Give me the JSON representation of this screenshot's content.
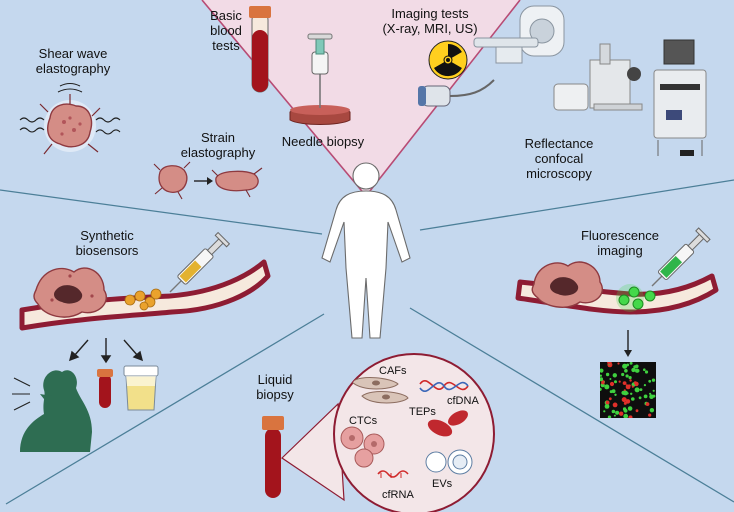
{
  "colors": {
    "background": "#c5d8ee",
    "top_sector": "#f2dbe6",
    "divider": "#4c7f98",
    "top_sector_border": "#b84b74",
    "vessel_wall": "#8e1c33",
    "vessel_lumen": "#f6e9dd",
    "blood": "#a3141c",
    "tumor": "#d48d86",
    "fluorescent_dye": "#45d84a",
    "nanoparticle": "#eaa22c"
  },
  "labels": {
    "shear_wave": "Shear wave\nelastography",
    "strain": "Strain\nelastography",
    "basic_blood": "Basic\nblood\ntests",
    "needle_biopsy": "Needle biopsy",
    "imaging": "Imaging tests\n(X-ray, MRI, US)",
    "reflectance": "Reflectance\nconfocal\nmicroscopy",
    "synthetic": "Synthetic\nbiosensors",
    "fluorescence": "Fluorescence\nimaging",
    "liquid_biopsy": "Liquid\nbiopsy"
  },
  "liquid_biopsy_components": {
    "cafs": "CAFs",
    "cfdna": "cfDNA",
    "ctcs": "CTCs",
    "teps": "TEPs",
    "cfrna": "cfRNA",
    "evs": "EVs"
  },
  "icons": [
    "human-silhouette-icon",
    "blood-tube-icon",
    "tissue-sample-icon",
    "radiation-symbol-icon",
    "mri-scanner-icon",
    "ultrasound-probe-icon",
    "confocal-microscope-icon",
    "syringe-icon",
    "tumor-icon",
    "urine-cup-icon",
    "coughing-person-icon",
    "fluorescence-micrograph-icon",
    "arrow-icon"
  ]
}
